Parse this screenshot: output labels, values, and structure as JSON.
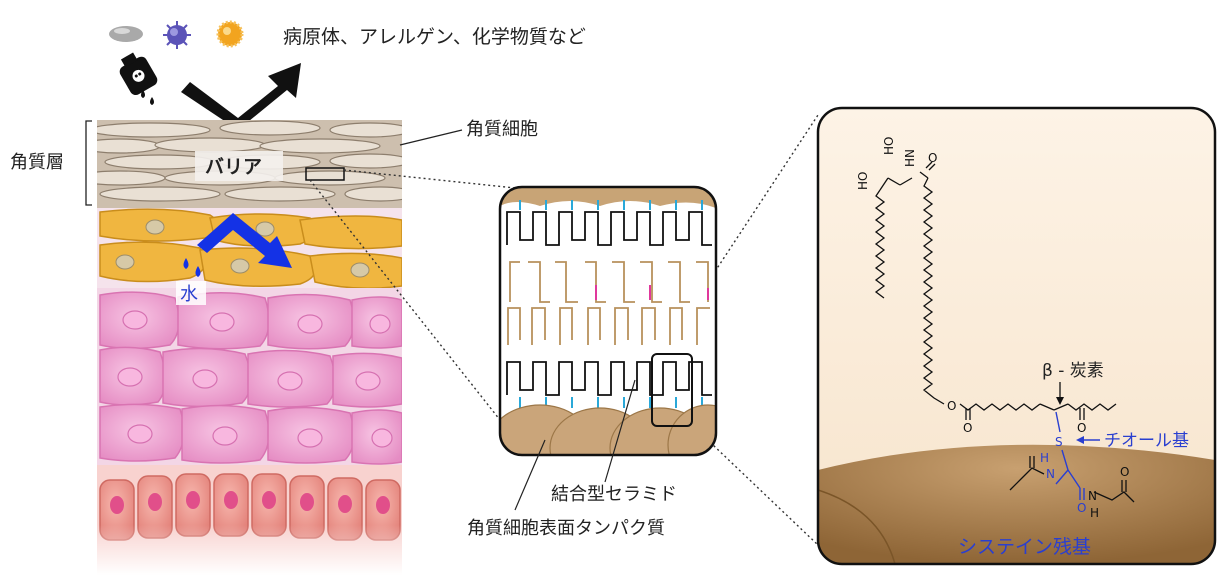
{
  "labels": {
    "hazards": "病原体、アレルゲン、化学物質など",
    "corneocyte": "角質細胞",
    "stratum_corneum": "角質層",
    "barrier": "バリア",
    "water": "水",
    "bound_ceramide": "結合型セラミド",
    "envelope_protein": "角質細胞表面タンパク質",
    "beta_carbon": "β - 炭素",
    "thiol": "チオール基",
    "cysteine": "システイン残基"
  },
  "chem": {
    "ho1": "HO",
    "ho2": "HO",
    "hn": "HN",
    "o_ester": "O",
    "o1": "O",
    "o2": "O",
    "o3": "O",
    "s": "S",
    "h_top": "H",
    "n_top": "N",
    "o_cys": "O",
    "n_bot": "N",
    "h_bot": "H",
    "o_bot": "O"
  },
  "colors": {
    "blue_label": "#2a3fd0",
    "barrier_arrow": "#1432e6",
    "ceramide_black": "#111111",
    "ceramide_tan": "#b8915c",
    "water_link": "#2aa8d8",
    "tan_bg": "#fbeedd",
    "protein_brown": "#a07a4c"
  }
}
